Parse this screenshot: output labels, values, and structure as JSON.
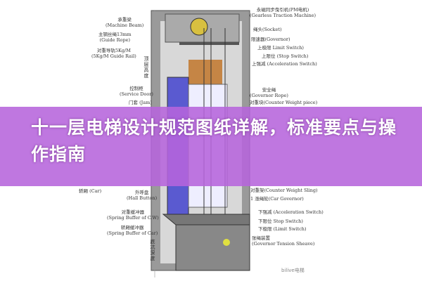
{
  "title": "十一层电梯设计规范图纸详解，标准要点与操作指南",
  "labels_left": [
    {
      "zh": "承重梁",
      "en": "(Machine Beam)"
    },
    {
      "zh": "主钢丝绳13mm",
      "en": "(Guide Rope)"
    },
    {
      "zh": "对重导轨5Kg/M",
      "en": "(5Kg/M Guide Rail)"
    },
    {
      "zh": "控制柜",
      "en": "(Service Door)"
    },
    {
      "zh": "门套",
      "en": "(Jam)"
    },
    {
      "zh": "轿厢",
      "en": "(Car)"
    },
    {
      "zh": "外呼盘",
      "en": "(Hall Button)"
    },
    {
      "zh": "对重缓冲器",
      "en": "(Spring Buffer of C.W)"
    },
    {
      "zh": "轿厢缓冲器",
      "en": "(Spring Buffer of Car)"
    }
  ],
  "labels_right": [
    {
      "zh": "永磁同步曳引机(PM电机)",
      "en": "(Gearless Traction Machine)"
    },
    {
      "zh": "绳头",
      "en": "(Socket)"
    },
    {
      "zh": "限速器",
      "en": "(Governor)"
    },
    {
      "zh": "上极限",
      "en": "Limit Switch)"
    },
    {
      "zh": "上限位",
      "en": "(Stop Switch)"
    },
    {
      "zh": "上强减",
      "en": "(Acceleration Switch)"
    },
    {
      "zh": "安全绳",
      "en": "(Governor Rope)"
    },
    {
      "zh": "对重块",
      "en": "(Counter Weight piece)"
    },
    {
      "zh": "对重架",
      "en": "(Counter Weight Sling)"
    },
    {
      "zh": "1 涨绳轮",
      "en": "(Car Governor)"
    },
    {
      "zh": "下强减",
      "en": "(Acceleration Switch)"
    },
    {
      "zh": "下限位",
      "en": "Stop Switch)"
    },
    {
      "zh": "下极限",
      "en": "(Limit Switch)"
    },
    {
      "zh": "张绳装置",
      "en": "(Governor Tension Sheave)"
    }
  ],
  "vertical": {
    "top_height": "顶层高度",
    "pit_depth": "底坑深度"
  },
  "watermark": "bilive电梯",
  "colors": {
    "banner": "#b664dc",
    "car": "#5a5ad0",
    "shaft": "#8a8a8a"
  }
}
